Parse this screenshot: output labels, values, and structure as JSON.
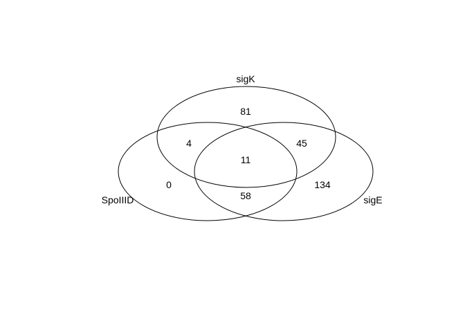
{
  "sets": {
    "sigK": "sigK",
    "SpoIIID": "SpoIIID",
    "sigE": "sigE"
  },
  "regions": {
    "sigK_only": "81",
    "sigK_SpoIIID": "4",
    "sigK_sigE": "45",
    "all_three": "11",
    "SpoIIID_only": "0",
    "SpoIIID_sigE": "58",
    "sigE_only": "134"
  },
  "colors": {
    "outline": "#000000",
    "background": "#ffffff"
  }
}
